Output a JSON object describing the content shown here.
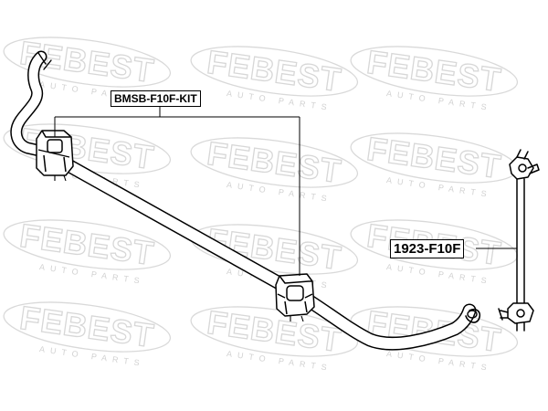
{
  "watermark": {
    "brand": "FEBEST",
    "subtitle": "AUTO PARTS",
    "color": "#d7d7d7"
  },
  "callouts": {
    "stabilizer_bushing_kit": "BMSB-F10F-KIT",
    "stabilizer_link": "1923-F10F"
  },
  "colors": {
    "line": "#000000",
    "background": "#ffffff"
  }
}
